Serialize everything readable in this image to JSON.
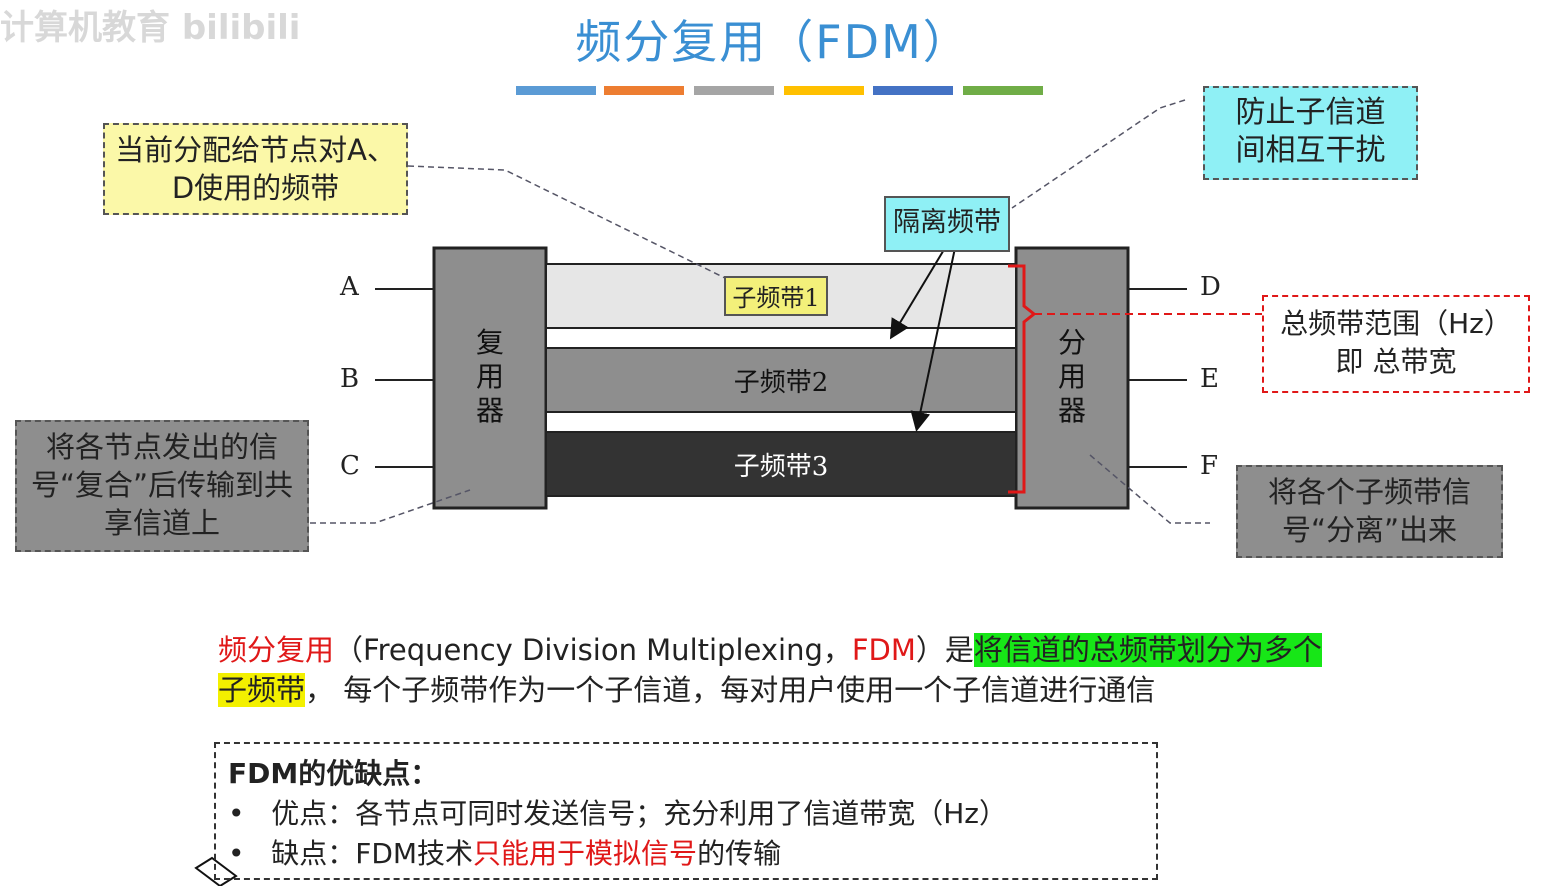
{
  "watermark": "计算机教育 bilibili",
  "title": "频分复用（FDM）",
  "color_bar": [
    "#5b9bd5",
    "#ed7d31",
    "#a5a5a5",
    "#ffc000",
    "#4472c4",
    "#70ad47"
  ],
  "diagram": {
    "inputs": [
      "A",
      "B",
      "C"
    ],
    "outputs": [
      "D",
      "E",
      "F"
    ],
    "multiplexer": "复用器",
    "demultiplexer": "分用器",
    "bands": [
      "子频带1",
      "子频带2",
      "子频带3"
    ],
    "guard_band": "隔离频带",
    "callouts": {
      "ad_band": "当前分配给节点对A、D使用的频带",
      "guard_purpose": "防止子信道间相互干扰",
      "total_bandwidth": "总频带范围（Hz）即 总带宽",
      "mux_desc": "将各节点发出的信号“复合”后传输到共享信道上",
      "demux_desc": "将各个子频带信号“分离”出来"
    }
  },
  "definition": {
    "term": "频分复用",
    "paren_open": "（Frequency Division Multiplexing，",
    "abbr": "FDM",
    "paren_close": "）是",
    "highlight_green": "将信道的总频带划分为多个",
    "highlight_yellow": "子频带",
    "rest": "， 每个子频带作为一个子信道，每对用户使用一个子信道进行通信"
  },
  "pros_cons": {
    "header": "FDM的优缺点：",
    "bullet": "•",
    "pros": "优点：各节点可同时发送信号；充分利用了信道带宽（Hz）",
    "cons_prefix": "缺点：FDM技术",
    "cons_red": "只能用于模拟信号",
    "cons_suffix": "的传输"
  }
}
